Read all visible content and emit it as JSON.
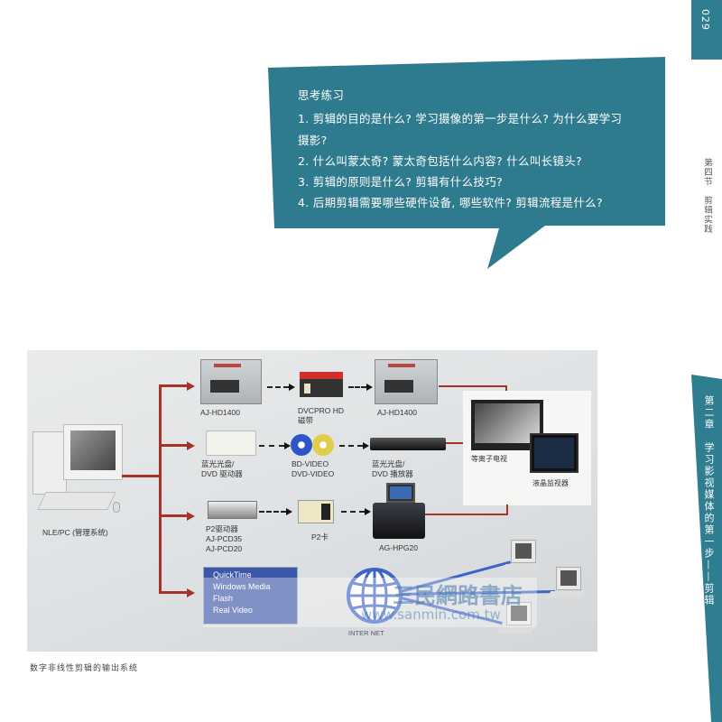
{
  "sidebar": {
    "page_number": "029",
    "section": "第四节　剪辑实践",
    "chapter": "第二章　学习影视媒体的第一步——剪辑",
    "accent_color": "#2f7d90"
  },
  "exercise": {
    "title": "思考练习",
    "lines": [
      "1. 剪辑的目的是什么? 学习摄像的第一步是什么? 为什么要学习",
      "摄影?",
      "2. 什么叫蒙太奇? 蒙太奇包括什么内容? 什么叫长镜头?",
      "3. 剪辑的原则是什么? 剪辑有什么技巧?",
      "4. 后期剪辑需要哪些硬件设备, 哪些软件? 剪辑流程是什么?"
    ],
    "bg_color": "#2e7a8e"
  },
  "diagram": {
    "pc_label": "NLE/PC (管理系统)",
    "row1": {
      "source": "AJ-HD1400",
      "media": [
        "DVCPRO HD",
        "磁带"
      ],
      "player": "AJ-HD1400"
    },
    "row2": {
      "source": [
        "蓝光光盘/",
        "DVD 驱动器"
      ],
      "media": [
        "BD-VIDEO",
        "DVD-VIDEO"
      ],
      "player": [
        "蓝光光盘/",
        "DVD 播放器"
      ]
    },
    "row3": {
      "source": [
        "P2驱动器",
        "AJ-PCD35",
        "AJ-PCD20"
      ],
      "media": "P2卡",
      "player": "AG-HPG20"
    },
    "displays": {
      "plasma": "等离子电视",
      "lcd": "液晶监视器"
    },
    "formats": [
      "QuickTime",
      "Windows Media",
      "Flash",
      "Real Video"
    ],
    "internet": "INTER NET",
    "line_color": "#a53328",
    "net_color": "#3e63c8"
  },
  "watermark": {
    "name": "三民網路書店",
    "url": "www.sanmin.com.tw"
  },
  "caption": "数字非线性剪辑的输出系统"
}
